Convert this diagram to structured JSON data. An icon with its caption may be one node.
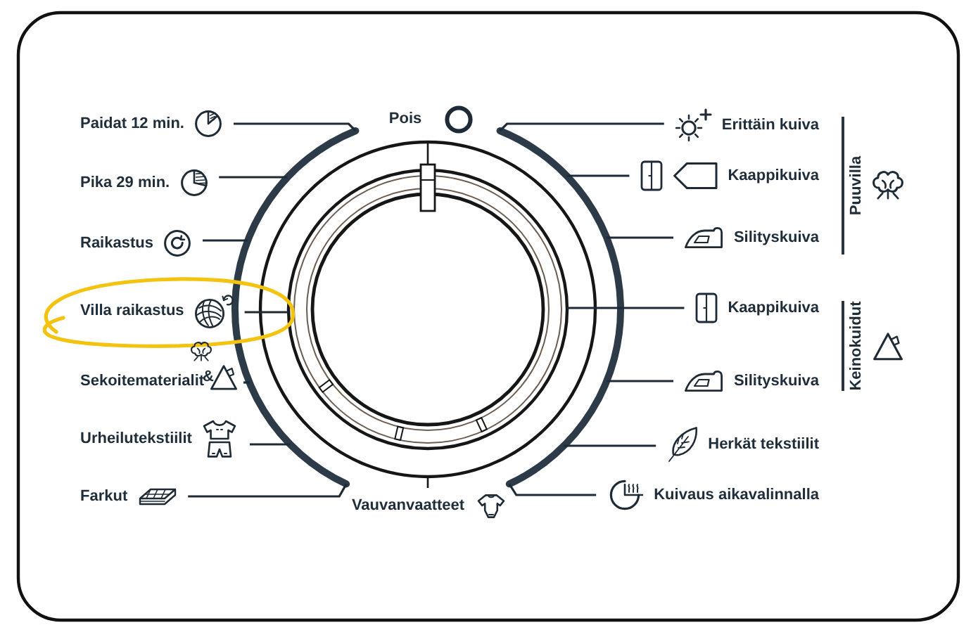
{
  "diagram": {
    "nodes": [
      {
        "text": [
          "Paidat 12 min."
        ]
      },
      {
        "text": [
          "Pika 29 min."
        ]
      },
      {
        "text": [
          "Raikastus"
        ]
      },
      {
        "text": [
          "Villa raikastus"
        ]
      },
      {
        "text": [
          "Sekoitematerialit",
          "&"
        ]
      },
      {
        "text": [
          "Urheilutekstiilit"
        ]
      },
      {
        "text": [
          "Farkut"
        ]
      },
      {
        "text": [
          "Erittäin kuiva"
        ]
      },
      {
        "text": [
          "Kaappikuiva"
        ]
      },
      {
        "text": [
          "Silityskuiva"
        ]
      },
      {
        "text": [
          "Kaappikuiva"
        ]
      },
      {
        "text": [
          "Silityskuiva"
        ]
      },
      {
        "text": [
          "Herkät tekstiilit"
        ]
      },
      {
        "text": [
          "Kuivaus aikavalinnalla"
        ]
      },
      {
        "text": [],
        "shape": "circle"
      }
    ],
    "edges": [
      {
        "from": 0,
        "to": 14,
        "arrow": "none"
      },
      {
        "from": 1,
        "to": 14,
        "arrow": "none"
      },
      {
        "from": 2,
        "to": 14,
        "arrow": "none"
      },
      {
        "from": 3,
        "to": 14,
        "arrow": "none"
      },
      {
        "from": 4,
        "to": 14,
        "arrow": "none"
      },
      {
        "from": 5,
        "to": 14,
        "arrow": "none"
      },
      {
        "from": 6,
        "to": 14,
        "arrow": "none"
      },
      {
        "from": 7,
        "to": 14,
        "arrow": "none"
      },
      {
        "from": 8,
        "to": 14,
        "arrow": "none"
      },
      {
        "from": 9,
        "to": 14,
        "arrow": "none"
      },
      {
        "from": 10,
        "to": 14,
        "arrow": "none"
      },
      {
        "from": 11,
        "to": 14,
        "arrow": "none"
      },
      {
        "from": 12,
        "to": 14,
        "arrow": "none"
      },
      {
        "from": 13,
        "to": 14,
        "arrow": "none"
      }
    ],
    "labels": [
      "Pois",
      "Puuvilla",
      "Keinokuidut",
      "Vauvanvaatteet"
    ]
  }
}
